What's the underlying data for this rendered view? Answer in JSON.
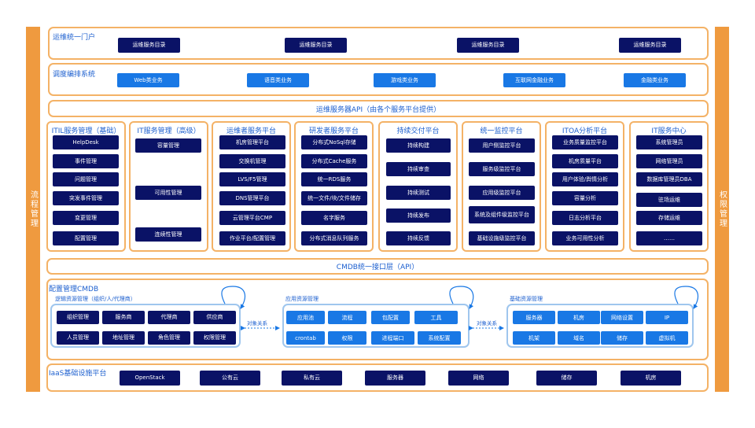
{
  "side_left": "流程管理",
  "side_right": "权限管理",
  "portal": {
    "title": "运维统一门户",
    "items": [
      "运维服务目录",
      "运维服务目录",
      "运维服务目录",
      "运维服务目录"
    ]
  },
  "orchestration": {
    "title": "调度编排系统",
    "items": [
      "Web类业务",
      "语音类业务",
      "游戏类业务",
      "互联网金融业务",
      "金融类业务"
    ]
  },
  "api_layer": "运维服务器API（由各个服务平台提供）",
  "platforms": [
    {
      "title": "ITIL服务管理（基础）",
      "items": [
        "HelpDesk",
        "事件管理",
        "问题管理",
        "突发事件管理",
        "变更管理",
        "配置管理"
      ]
    },
    {
      "title": "IT服务管理（高级）",
      "items": [
        "容量管理",
        "可用性管理",
        "连续性管理"
      ]
    },
    {
      "title": "运维者服务平台",
      "items": [
        "机房管理平台",
        "交换机管理",
        "LVS/F5管理",
        "DNS管理平台",
        "云管理平台CMP",
        "作业平台/配置管理"
      ]
    },
    {
      "title": "研发者服务平台",
      "items": [
        "分布式NoSql存储",
        "分布式Cache服务",
        "统一RDS服务",
        "统一文件/块/文件储存",
        "名字服务",
        "分布式消息队列服务"
      ]
    },
    {
      "title": "持续交付平台",
      "items": [
        "持续构建",
        "持续审查",
        "持续测试",
        "持续发布",
        "持续反馈"
      ]
    },
    {
      "title": "统一监控平台",
      "items": [
        "用户侧监控平台",
        "服务级监控平台",
        "应用级监控平台",
        "系统及组件级监控平台",
        "基础设施级监控平台"
      ]
    },
    {
      "title": "ITOA分析平台",
      "items": [
        "业务质量监控平台",
        "机房质量平台",
        "用户体验/舆情分析",
        "容量分析",
        "日志分析平台",
        "业务可用性分析"
      ]
    },
    {
      "title": "IT服务中心",
      "items": [
        "系统管理员",
        "网络管理员",
        "数据库管理员DBA",
        "驻场运维",
        "存储运维",
        "……"
      ]
    }
  ],
  "cmdb_api": "CMDB统一接口层（API）",
  "cmdb": {
    "title": "配置管理CMDB",
    "groups": [
      {
        "label": "逻辑资源管理（组织/人/代理商）",
        "items": [
          "组织管理",
          "服务商",
          "代理商",
          "供应商",
          "人员管理",
          "地址管理",
          "角色管理",
          "权限管理"
        ]
      },
      {
        "label": "应用资源管理",
        "items": [
          "应用池",
          "流程",
          "包配置",
          "工具",
          "crontab",
          "权限",
          "进程端口",
          "系统配置"
        ]
      },
      {
        "label": "基础资源管理",
        "items": [
          "服务器",
          "机房",
          "网络设置",
          "IP",
          "机架",
          "域名",
          "储存",
          "虚拟机"
        ]
      }
    ],
    "relation_label": "对象关系"
  },
  "iaas": {
    "title": "IaaS基础设施平台",
    "items": [
      "OpenStack",
      "公有云",
      "私有云",
      "服务器",
      "网络",
      "储存",
      "机房"
    ]
  },
  "colors": {
    "orange": "#ef9a3f",
    "frame": "#f4b266",
    "dark_navy": "#0a1266",
    "bright_blue": "#1978e5",
    "title_blue": "#1c5fcf",
    "group_border": "#9fc6ee"
  }
}
